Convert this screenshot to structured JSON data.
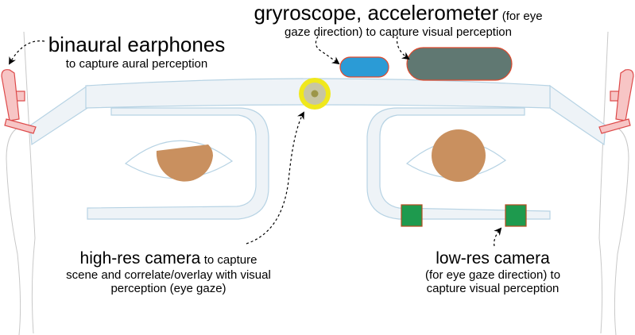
{
  "labels": {
    "earphones": {
      "title": "binaural earphones",
      "desc": "to capture aural perception"
    },
    "gyro": {
      "title": "gryroscope, accelerometer",
      "title_suffix": "(for eye",
      "line2": "gaze direction) to capture visual perception"
    },
    "highres": {
      "title": "high-res camera",
      "title_suffix": "to capture",
      "line2": "scene and correlate/overlay with visual",
      "line3": "perception (eye gaze)"
    },
    "lowres": {
      "title": "low-res camera",
      "line2": "(for eye gaze direction) to",
      "line3": "capture visual perception"
    }
  },
  "colors": {
    "frame_fill": "#eef3f7",
    "frame_stroke": "#b7d3e4",
    "iris": "#c9905f",
    "earphone_fill": "#f7c5c5",
    "earphone_stroke": "#dd4a4a",
    "gyro_fill": "#2b9bd6",
    "accel_fill": "#607872",
    "sensor_stroke": "#e04a2e",
    "highres_ring": "#f0e81c",
    "highres_body": "#c8c6a2",
    "highres_lens": "#9c9648",
    "lowres_fill": "#1e9a4e",
    "lowres_stroke": "#b64c20"
  }
}
